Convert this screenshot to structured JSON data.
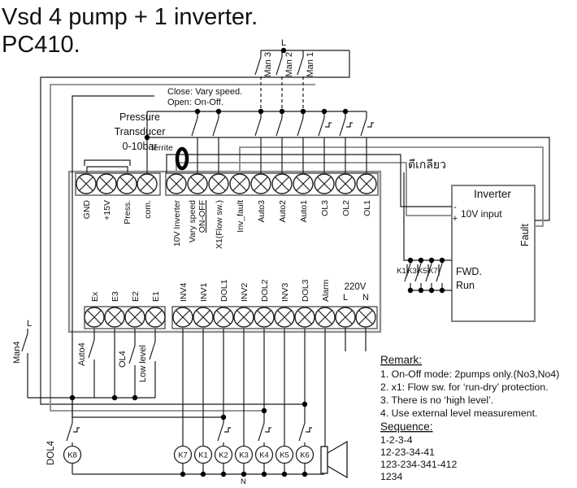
{
  "title": {
    "line1": "Vsd 4 pump + 1 inverter.",
    "line2": "PC410."
  },
  "power": {
    "l_top": "L",
    "l_left": "L"
  },
  "manual_switches": [
    "Man 3",
    "Man 2",
    "Man 1"
  ],
  "man4_label": "Man4",
  "mode_note": {
    "line1": "Close: Vary speed.",
    "line2": "Open: On-Off."
  },
  "transducer": {
    "line1": "Pressure",
    "line2": "Transducer",
    "line3": "0-10bar"
  },
  "ferrite_label": "ferrite",
  "twisted_pair_label": "ตีเกลียว",
  "terminals": {
    "top": [
      "GND",
      "+15V",
      "Press.",
      "com.",
      "10V Inverter",
      "Vary speed",
      "X1(Flow sw.)",
      "Inv_fault",
      "Auto3",
      "Auto2",
      "Auto1",
      "OL3",
      "OL2",
      "OL1"
    ],
    "top_mode_alt": "ON-OFF",
    "bottom": [
      "Ex",
      "E3",
      "E2",
      "E1",
      "INV4",
      "INV1",
      "DOL1",
      "INV2",
      "DOL2",
      "INV3",
      "DOL3",
      "Alarm",
      "L",
      "N"
    ],
    "supply": "220V"
  },
  "e_switches": [
    "Auto4",
    "OL4",
    "Low level"
  ],
  "dol4_label": "DOL4",
  "coils": {
    "k8": "K8",
    "row": [
      "K7",
      "K1",
      "K2",
      "K3",
      "K4",
      "K5",
      "K6"
    ],
    "neutral": "N"
  },
  "inverter": {
    "title": "Inverter",
    "minus": "-",
    "plus": "+",
    "input": "10V input",
    "fault": "Fault",
    "fwd": "FWD.",
    "run": "Run",
    "contacts": [
      "K1",
      "K3",
      "K5",
      "K7"
    ]
  },
  "remark": {
    "heading": "Remark:",
    "items": [
      "1. On-Off mode: 2pumps only.(No3,No4)",
      "2. x1: Flow sw. for ‘run-dry’ protection.",
      "3. There is no ‘high level’.",
      "4. Use external level measurement."
    ]
  },
  "sequence": {
    "heading": "Sequence:",
    "items": [
      "1-2-3-4",
      "12-23-34-41",
      "123-234-341-412",
      "1234"
    ]
  },
  "colors": {
    "wire": "#1a1a1a",
    "gray_wire": "#8a8a8a",
    "box_outline": "#909090"
  }
}
